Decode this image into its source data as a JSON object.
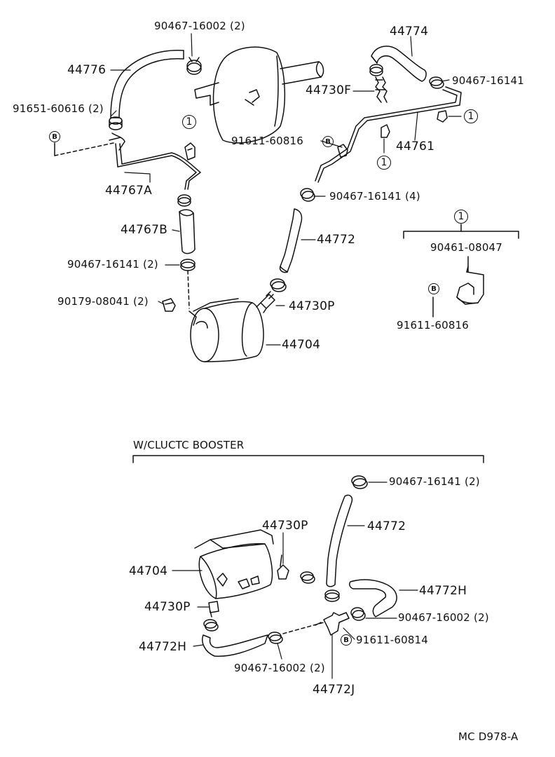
{
  "labels": {
    "p90467_16002_top": "90467-16002 (2)",
    "p44774": "44774",
    "p44776": "44776",
    "p90467_16141_tr": "90467-16141",
    "p44730F": "44730F",
    "p91651_60616": "91651-60616 (2)",
    "p91611_60816_mid": "91611-60816",
    "p44761": "44761",
    "p44767A": "44767A",
    "p90467_16141_4": "90467-16141 (4)",
    "p44767B": "44767B",
    "p44772_top": "44772",
    "p90461_08047": "90461-08047",
    "p90467_16141_2_left": "90467-16141 (2)",
    "p90179_08041": "90179-08041 (2)",
    "p44730P_top": "44730P",
    "p91611_60816_inset": "91611-60816",
    "p44704_top": "44704",
    "section_title": "W/CLUCTC BOOSTER",
    "p90467_16141_2_bot": "90467-16141 (2)",
    "p44730P_bot": "44730P",
    "p44772_bot": "44772",
    "p44704_bot": "44704",
    "p44772H_right": "44772H",
    "p44730P_bot2": "44730P",
    "p90467_16002_2_right": "90467-16002 (2)",
    "p44772H_left": "44772H",
    "p91611_60814": "91611-60814",
    "p90467_16002_2_bot": "90467-16002 (2)",
    "p44772J": "44772J",
    "footer_code": "MC D978-A"
  },
  "markers": {
    "one": "1",
    "b": "B"
  }
}
